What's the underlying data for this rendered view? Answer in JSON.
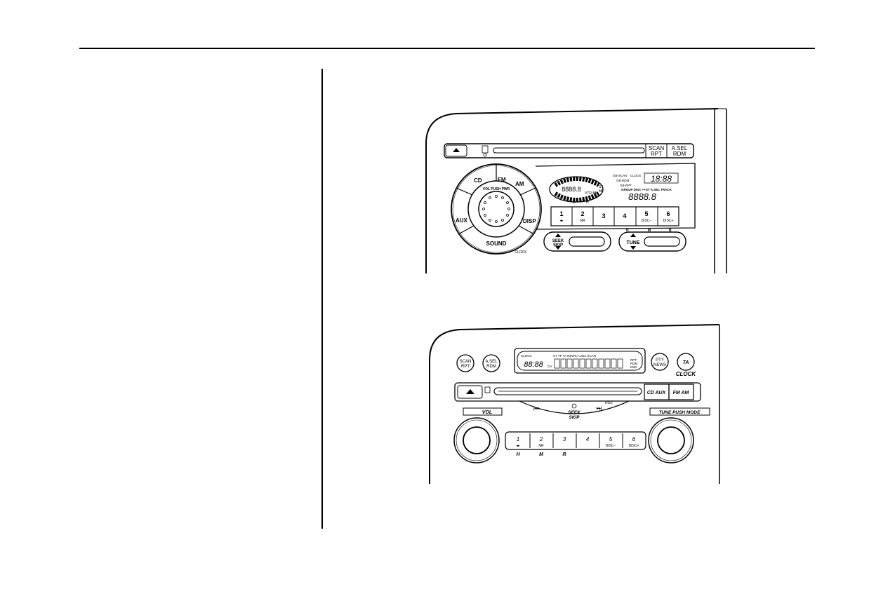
{
  "unit1": {
    "eject_icon": "eject-icon",
    "scan_rpt": [
      "SCAN",
      "RPT"
    ],
    "asel_rdm": [
      "A.SEL",
      "RDM"
    ],
    "knob": {
      "cd": "CD",
      "fm": "FM",
      "am": "AM",
      "aux": "AUX",
      "disp": "DISP",
      "sound": "SOUND",
      "vol_label": "VOL PUSH PWR"
    },
    "clock_label": "CLOCK",
    "display": {
      "main_digits": "8888.8",
      "clock": "18:88",
      "indicators": [
        "GB-SCAN",
        "GB-RDM",
        "GB-RPT",
        "CLOCK"
      ],
      "bottom_labels": "GROUP DISC ++ST A.SEL TRACK",
      "freq": "8888.8",
      "vtr": "VTR BB",
      "st": "ST",
      "ml": "ML",
      "b_label": "B",
      "r_label": "R"
    },
    "presets": [
      {
        "num": "1",
        "sub": "◂▸"
      },
      {
        "num": "2",
        "sub": "NR"
      },
      {
        "num": "3",
        "sub": ""
      },
      {
        "num": "4",
        "sub": ""
      },
      {
        "num": "5",
        "sub": "DISC−"
      },
      {
        "num": "6",
        "sub": "DISC+"
      }
    ],
    "seek_label": "SEEK",
    "skip_label": "SKIP",
    "tune_label": "TUNE",
    "hmb": [
      "H",
      "M",
      "B"
    ]
  },
  "unit2": {
    "scan_rpt": [
      "SCAN",
      "RPT"
    ],
    "asel_rdm": [
      "A.SEL",
      "RDM"
    ],
    "pty_news": [
      "PTY",
      "NEWS"
    ],
    "ta": "TA",
    "clock": "CLOCK",
    "display": {
      "clock_small": "CLOCK",
      "time": "88:88",
      "ch": "CH",
      "top_row": "ST  TP  TA  NEWS  A.SEL  SCAN",
      "right": [
        "RPT",
        "RDM",
        "DSD"
      ]
    },
    "cd_aux": "CD AUX",
    "fm_am": "FM AM",
    "rds": "RDS",
    "seek": "SEEK",
    "skip": "SKIP",
    "vol": "VOL",
    "tune_mode": "TUNE PUSH MODE",
    "presets": [
      {
        "num": "1",
        "sub": "◂▸"
      },
      {
        "num": "2",
        "sub": "NR"
      },
      {
        "num": "3",
        "sub": ""
      },
      {
        "num": "4",
        "sub": ""
      },
      {
        "num": "5",
        "sub": "DISC−"
      },
      {
        "num": "6",
        "sub": "DISC+"
      }
    ],
    "hmr": [
      "H",
      "M",
      "R"
    ]
  }
}
